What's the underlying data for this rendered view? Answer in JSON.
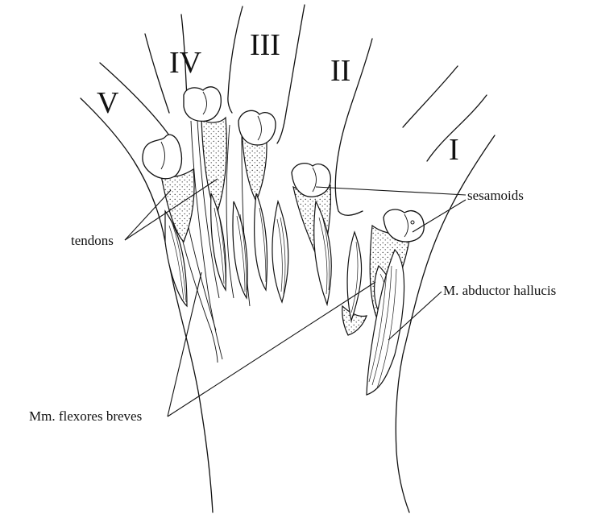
{
  "digits": {
    "i": "I",
    "ii": "II",
    "iii": "III",
    "iv": "IV",
    "v": "V"
  },
  "labels": {
    "sesamoids": "sesamoids",
    "tendons": "tendons",
    "abductor": "M. abductor hallucis",
    "flexores": "Mm. flexores breves"
  }
}
